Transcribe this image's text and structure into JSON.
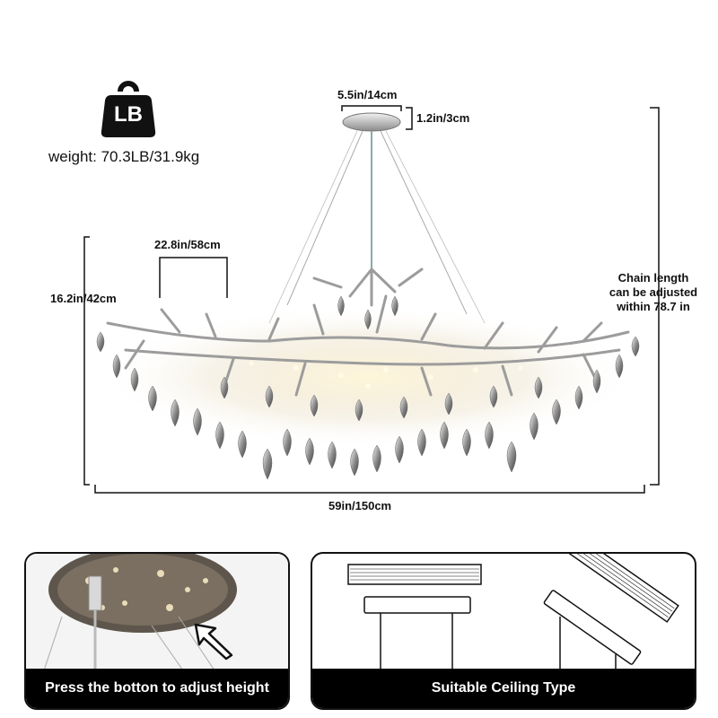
{
  "weight": {
    "badge_text": "LB",
    "label": "weight: 70.3LB/31.9kg"
  },
  "dimensions": {
    "canopy_width": "5.5in/14cm",
    "canopy_height": "1.2in/3cm",
    "branch_width": "22.8in/58cm",
    "body_height": "16.2in/42cm",
    "total_width": "59in/150cm",
    "chain_line1": "Chain length",
    "chain_line2": "can be adjusted",
    "chain_line3": "within 78.7 in"
  },
  "panels": {
    "adjust_caption": "Press the botton to adjust height",
    "ceiling_caption": "Suitable Ceiling Type"
  },
  "icons": {
    "weight": "weight-bag-icon",
    "arrow": "pointer-arrow-icon"
  }
}
